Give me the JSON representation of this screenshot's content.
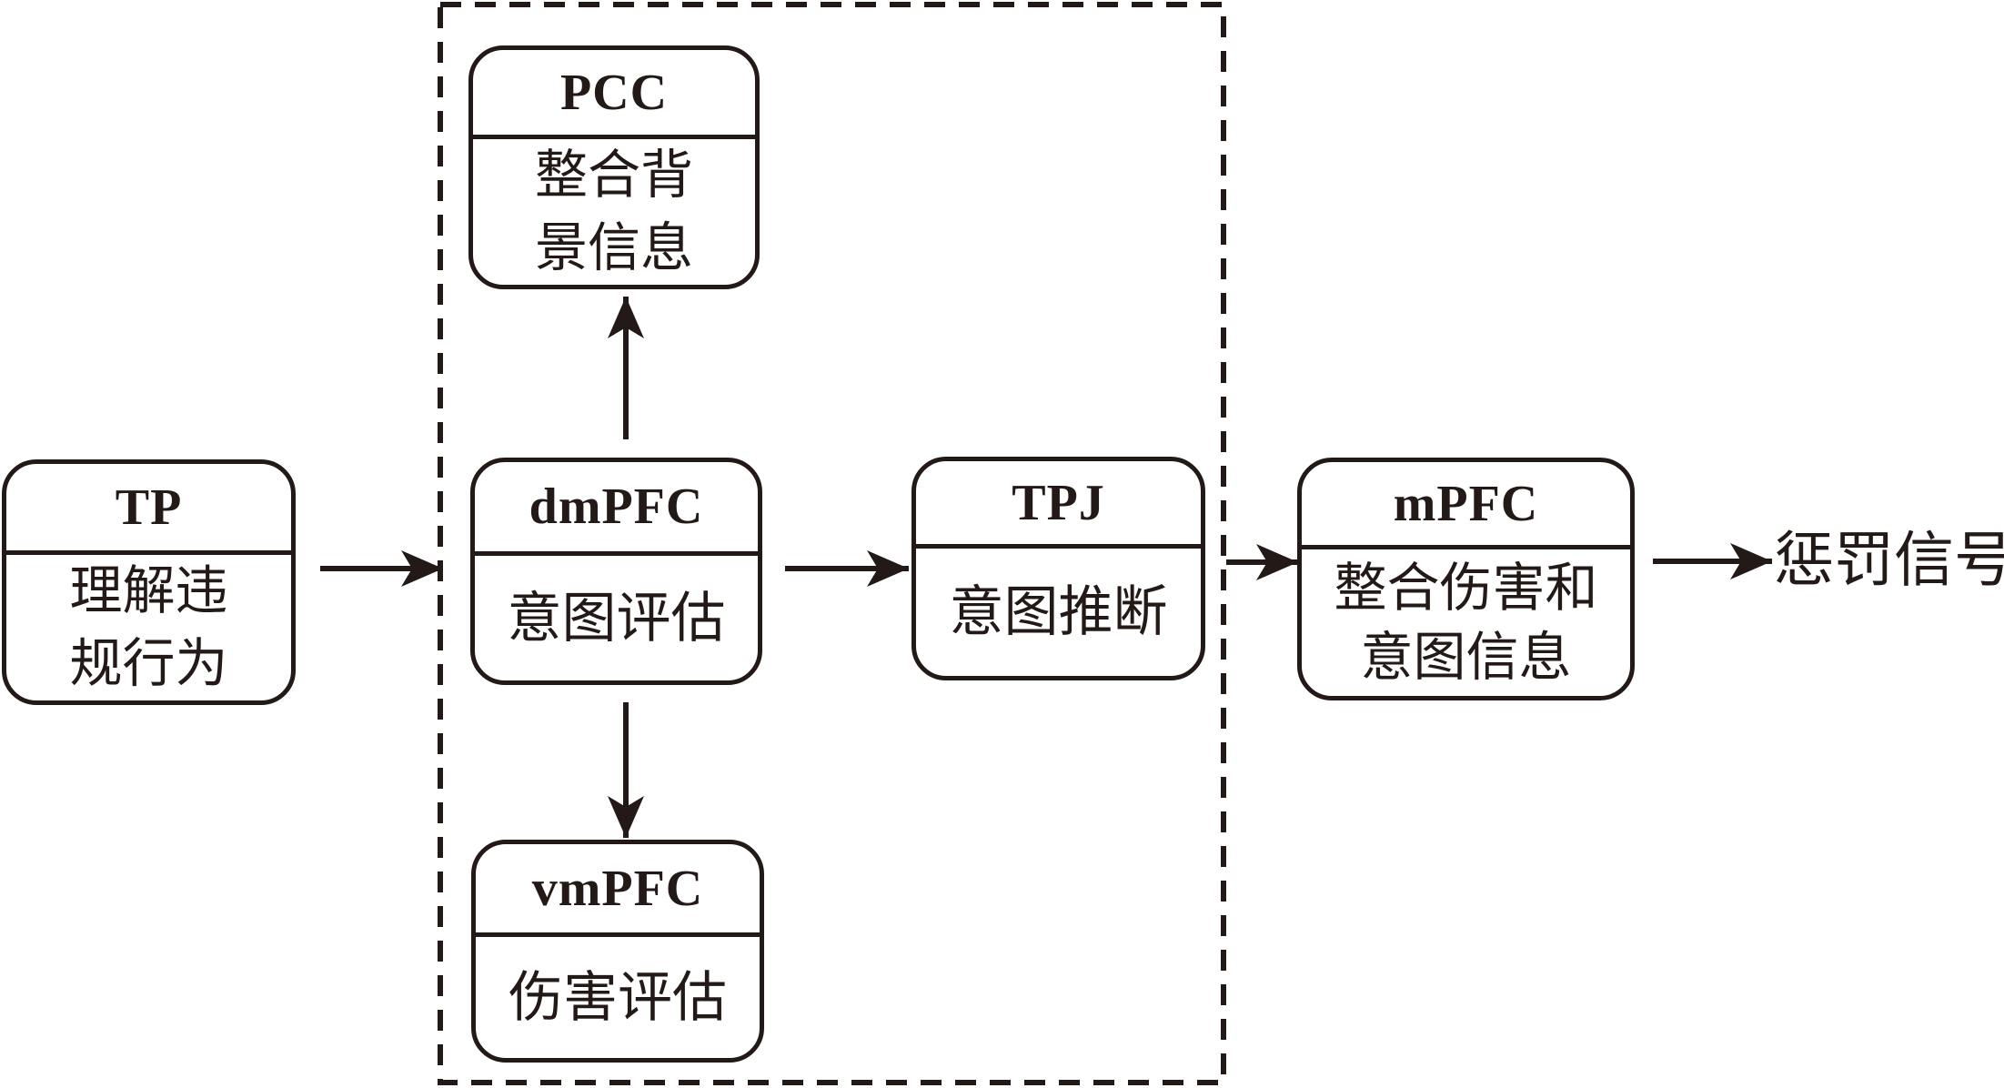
{
  "nodes": {
    "tp": {
      "title": "TP",
      "line1": "理解违",
      "line2": "规行为"
    },
    "pcc": {
      "title": "PCC",
      "line1": "整合背",
      "line2": "景信息"
    },
    "dmpfc": {
      "title": "dmPFC",
      "line1": "意图评估"
    },
    "vmpfc": {
      "title": "vmPFC",
      "line1": "伤害评估"
    },
    "tpj": {
      "title": "TPJ",
      "line1": "意图推断"
    },
    "mpfc": {
      "title": "mPFC",
      "line1": "整合伤害和",
      "line2": "意图信息"
    }
  },
  "output_label": "惩罚信号",
  "colors": {
    "ink": "#231916",
    "background": "#ffffff"
  }
}
